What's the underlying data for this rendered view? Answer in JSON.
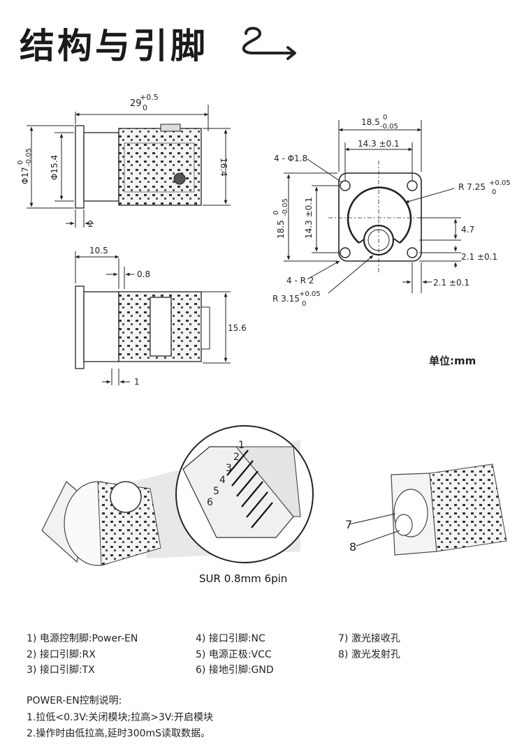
{
  "title": "结构与引脚",
  "dims": {
    "len_main": "29",
    "len_main_tol_up": "+0.5",
    "len_main_tol_low": "0",
    "dia_outer": "Φ17",
    "dia_outer_tol_up": "0",
    "dia_outer_tol_low": "-0.05",
    "dia_inner": "Φ15.4",
    "height_164": "16.4",
    "flange_2": "2",
    "len_105": "10.5",
    "gap_08": "0.8",
    "height_156": "15.6",
    "gap_1": "1",
    "width_185": "18.5",
    "width_185_tol_up": "0",
    "width_185_tol_low": "-0.05",
    "hole_pitch": "14.3 ±0.1",
    "hole_label": "4 - Φ1.8",
    "radius_725": "R 7.25",
    "radius_725_tol_up": "+0.05",
    "radius_725_tol_low": "0",
    "height_185": "18.5",
    "height_185_tol_up": "0",
    "height_185_tol_low": "-0.05",
    "hole_pitch_v": "14.3 ±0.1",
    "offset_47": "4.7",
    "offset_21a": "2.1 ±0.1",
    "offset_21b": "2.1 ±0.1",
    "corner_r2": "4 - R 2",
    "radius_315": "R 3.15",
    "radius_315_tol_up": "+0.05",
    "radius_315_tol_low": "0"
  },
  "unit_label": "单位:mm",
  "pin_numbers": [
    "1",
    "2",
    "3",
    "4",
    "5",
    "6"
  ],
  "callouts": [
    "7",
    "8"
  ],
  "connector_caption": "SUR 0.8mm  6pin",
  "pin_list": {
    "col1": [
      "1) 电源控制脚:Power-EN",
      "2) 接口引脚:RX",
      "3) 接口引脚:TX"
    ],
    "col2": [
      "4) 接口引脚:NC",
      "5) 电源正极:VCC",
      "6) 接地引脚:GND"
    ],
    "col3": [
      "7) 激光接收孔",
      "8) 激光发射孔"
    ]
  },
  "notes": {
    "heading": "POWER-EN控制说明:",
    "line1": "1.拉低<0.3V:关闭模块;拉高>3V:开启模块",
    "line2": "2.操作时由低拉高,延时300mS读取数据。"
  }
}
